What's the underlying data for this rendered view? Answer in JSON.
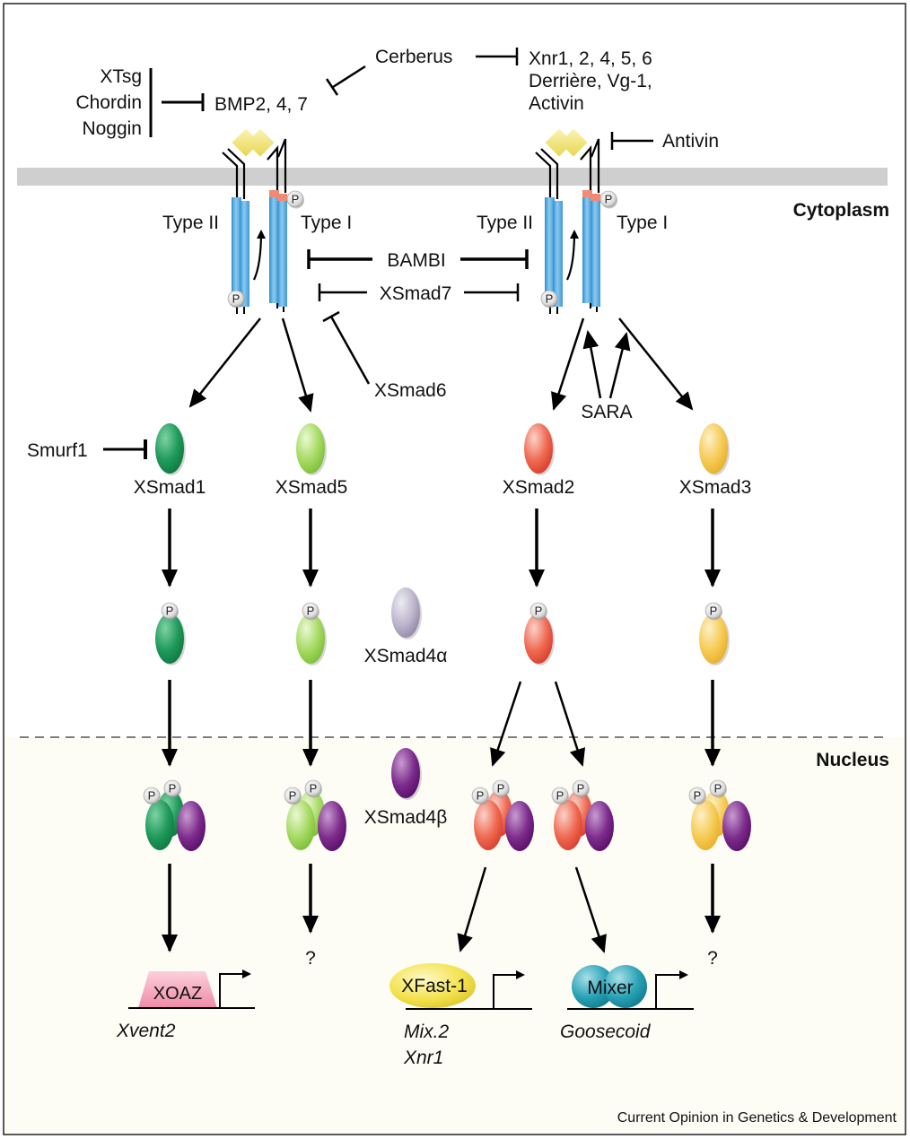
{
  "figure": {
    "credit": "Current Opinion in Genetics & Development",
    "compartments": {
      "cytoplasm": "Cytoplasm",
      "nucleus": "Nucleus"
    },
    "colors": {
      "membrane": "#cfcfcf",
      "nucleus_bg": "#fdfdf6",
      "receptor": "#4aa3d9",
      "receptor_cap": "#f08a75",
      "ligand": "#f3e680",
      "xsmad1": "#1f9a5a",
      "xsmad5": "#9fd65a",
      "xsmad2": "#ee5a45",
      "xsmad3": "#f5c64a",
      "xsmad4a": "#b9b3c9",
      "xsmad4b": "#7a2a8a",
      "xoaz": "#f4a3b8",
      "xfast1": "#f2e04a",
      "mixer": "#2aa0b5"
    },
    "extracellular": {
      "bmp_antagonists": [
        "XTsg",
        "Chordin",
        "Noggin"
      ],
      "bmp_ligands": "BMP2, 4, 7",
      "cerberus": "Cerberus",
      "nodal_ligands": [
        "Xnr1, 2, 4, 5, 6",
        "Derrière, Vg-1,",
        "Activin"
      ],
      "antivin": "Antivin"
    },
    "receptors": {
      "type2": "Type II",
      "type1": "Type I",
      "phospho": "P"
    },
    "inhibitors": {
      "bambi": "BAMBI",
      "xsmad7": "XSmad7",
      "xsmad6": "XSmad6",
      "smurf1": "Smurf1",
      "sara": "SARA"
    },
    "smads": {
      "xsmad1": "XSmad1",
      "xsmad5": "XSmad5",
      "xsmad2": "XSmad2",
      "xsmad3": "XSmad3",
      "xsmad4a": "XSmad4α",
      "xsmad4b": "XSmad4β"
    },
    "targets": {
      "xoaz": "XOAZ",
      "xvent2": "Xvent2",
      "unknown": "?",
      "xfast1": "XFast-1",
      "mix2": "Mix.2",
      "xnr1": "Xnr1",
      "mixer": "Mixer",
      "goosecoid": "Goosecoid"
    }
  }
}
